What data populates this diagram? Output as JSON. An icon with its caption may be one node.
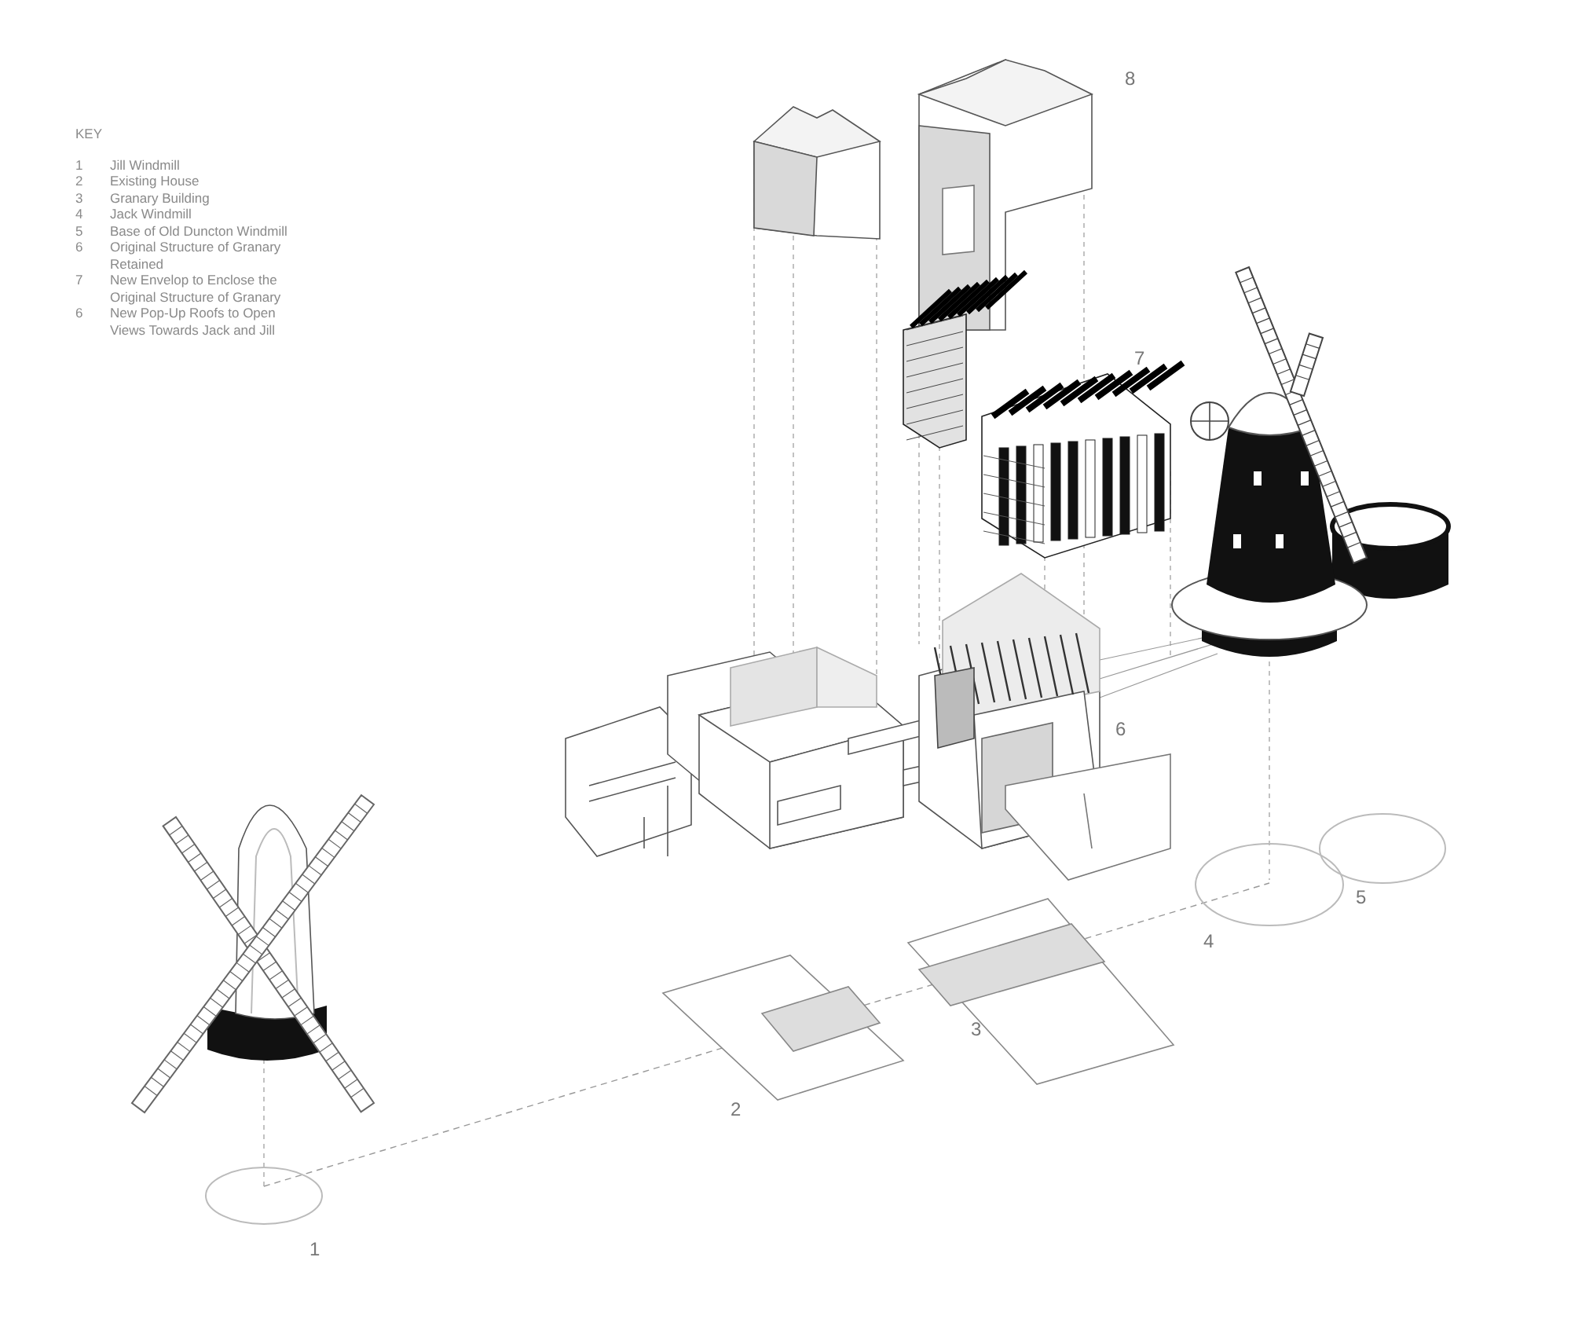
{
  "diagram": {
    "labels": [
      "KEY",
      "1",
      "Jill Windmill",
      "2",
      "Existing House",
      "3",
      "Granary Building",
      "4",
      "Jack Windmill",
      "5",
      "Base of Old Duncton Windmill",
      "6",
      "Original Structure of Granary Retained",
      "7",
      "New Envelop to Enclose the Original Structure of Granary",
      "6",
      "New Pop-Up Roofs to Open Views Towards Jack and Jill",
      "8",
      "7",
      "6",
      "5",
      "4",
      "3",
      "2",
      "1"
    ]
  }
}
